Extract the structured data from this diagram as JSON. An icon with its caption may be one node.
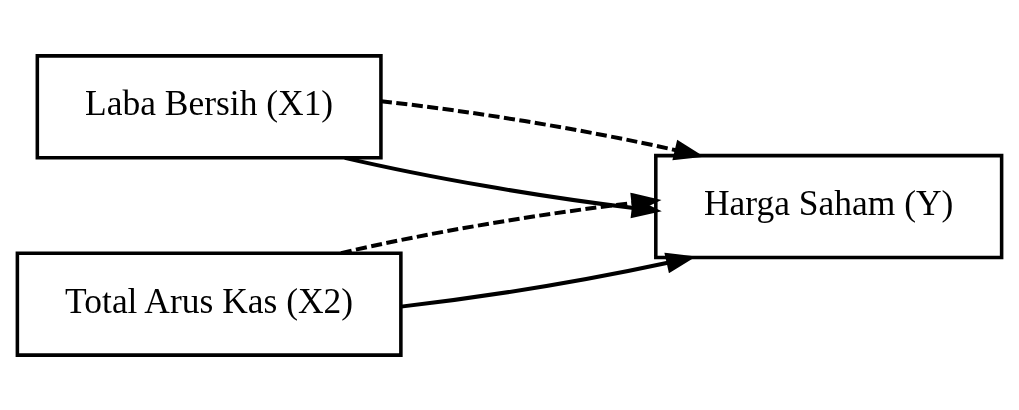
{
  "diagram": {
    "nodes": [
      {
        "text": [
          "Laba Bersih (X1)"
        ]
      },
      {
        "text": [
          "Total Arus Kas (X2)"
        ]
      },
      {
        "text": [
          "Harga Saham (Y)"
        ]
      }
    ],
    "edges": [
      {
        "from": 0,
        "to": 2,
        "arrow": "to"
      },
      {
        "from": 1,
        "to": 2,
        "arrow": "to"
      },
      {
        "from": 0,
        "to": 2,
        "arrow": "to",
        "style": "dashed"
      },
      {
        "from": 1,
        "to": 2,
        "arrow": "to",
        "style": "dashed"
      }
    ]
  }
}
